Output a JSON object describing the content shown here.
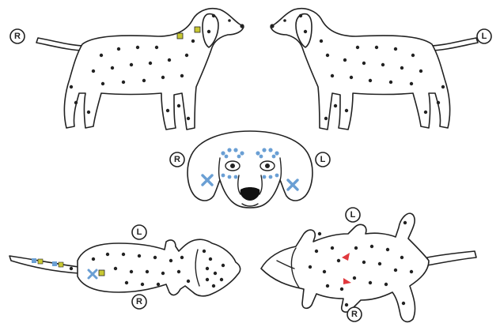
{
  "colors": {
    "outline": "#222222",
    "spots": "#222222",
    "yellow_marker": "#c8c832",
    "blue_marker": "#6a9fd4",
    "red_marker": "#e0393e"
  },
  "views": {
    "right_lateral": {
      "side_label": "R"
    },
    "left_lateral": {
      "side_label": "L"
    },
    "head_front": {
      "right_label": "R",
      "left_label": "L"
    },
    "dorsal": {
      "top_label": "L",
      "bottom_label": "R"
    },
    "ventral": {
      "top_label": "L",
      "bottom_label": "R"
    }
  },
  "marker_types": [
    "yellow-square",
    "blue-cross",
    "blue-dot",
    "red-arrow"
  ]
}
